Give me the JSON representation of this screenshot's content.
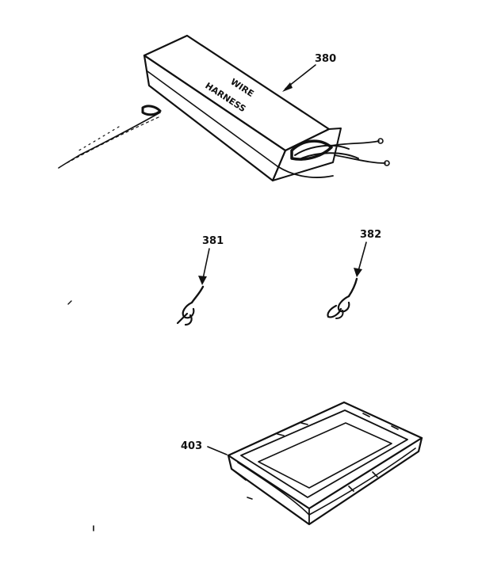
{
  "parts": [
    {
      "id": "380",
      "label": "380",
      "box_text_line1": "WIRE",
      "box_text_line2": "HARNESS"
    },
    {
      "id": "381",
      "label": "381"
    },
    {
      "id": "382",
      "label": "382"
    },
    {
      "id": "403",
      "label": "403"
    }
  ],
  "colors": {
    "ink": "#111111",
    "background": "#ffffff"
  }
}
